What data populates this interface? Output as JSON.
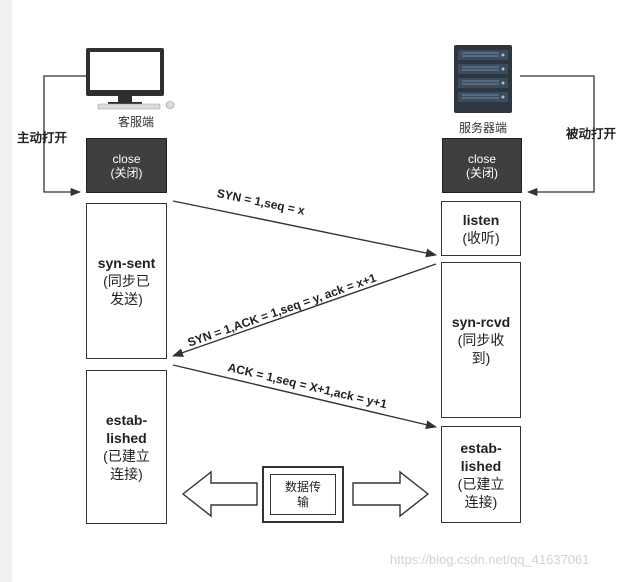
{
  "client": {
    "caption": "客服端",
    "active_open": "主动打开"
  },
  "server": {
    "caption": "服务器端",
    "passive_open": "被动打开"
  },
  "states": {
    "client_close": [
      "close",
      "(关闭)"
    ],
    "server_close": [
      "close",
      "(关闭)"
    ],
    "listen": [
      "listen",
      "(收听)"
    ],
    "syn_sent": [
      "syn-sent",
      "(同步已",
      "发送)"
    ],
    "syn_rcvd": [
      "syn-rcvd",
      "(同步收",
      "到)"
    ],
    "client_established": [
      "estab-",
      "lished",
      "(已建立",
      "连接)"
    ],
    "server_established": [
      "estab-",
      "lished",
      "(已建立",
      "连接)"
    ]
  },
  "messages": {
    "syn": "SYN = 1,seq = x",
    "syn_ack": "SYN = 1,ACK = 1,seq = y, ack = x+1",
    "ack": "ACK = 1,seq = X+1,ack = y+1"
  },
  "transfer": [
    "数据传",
    "输"
  ],
  "watermark": "https://blog.csdn.net/qq_41637061",
  "colors": {
    "dark_box": "#3f3f3f",
    "line": "#333333"
  },
  "icons": {
    "client": "desktop-computer-icon",
    "server": "server-rack-icon"
  }
}
